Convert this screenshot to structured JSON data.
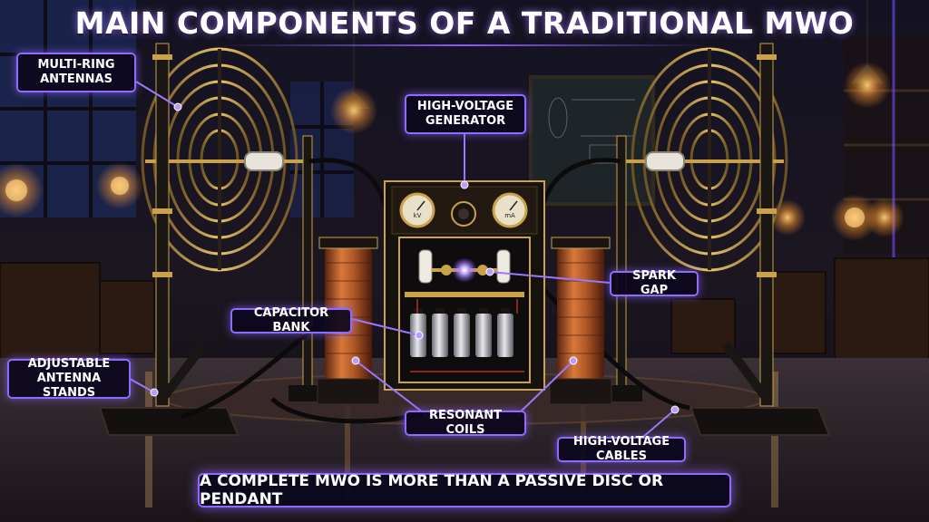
{
  "title": "MAIN COMPONENTS OF A TRADITIONAL MWO",
  "labels": {
    "multi_ring_antennas": "MULTI-RING ANTENNAS",
    "high_voltage_generator": "HIGH-VOLTAGE GENERATOR",
    "spark_gap": "SPARK GAP",
    "capacitor_bank": "CAPACITOR BANK",
    "adjustable_antenna_stands": "ADJUSTABLE ANTENNA STANDS",
    "resonant_coils": "RESONANT COILS",
    "high_voltage_cables": "HIGH-VOLTAGE CABLES"
  },
  "meters": {
    "left": "kV",
    "right": "mA"
  },
  "footer": "A COMPLETE MWO IS MORE THAN A PASSIVE DISC OR PENDANT",
  "colors": {
    "accent": "#8f6bff",
    "copper": "#c0652e",
    "brass": "#c9a24a",
    "background": "#0b0a12"
  }
}
